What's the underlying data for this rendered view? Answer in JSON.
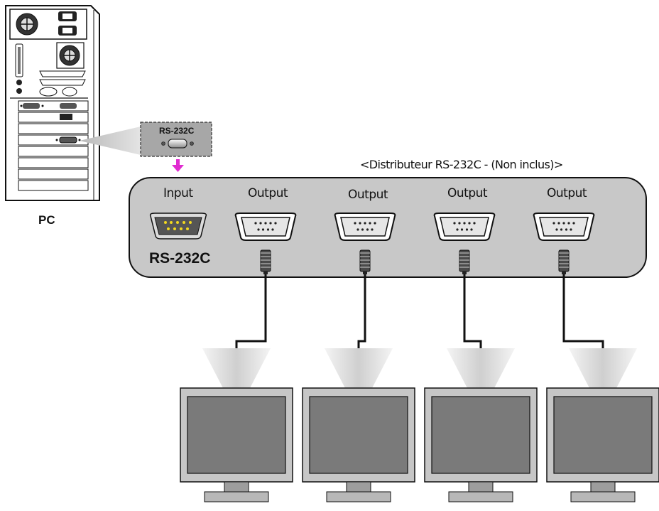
{
  "pc": {
    "label": "PC",
    "callout_label": "RS-232C"
  },
  "distributor": {
    "title": "<Distributeur RS-232C - (Non inclus)>",
    "input_label": "Input",
    "input_caption": "RS-232C",
    "outputs": [
      {
        "label": "Output"
      },
      {
        "label": "Output"
      },
      {
        "label": "Output"
      },
      {
        "label": "Output"
      }
    ]
  },
  "colors": {
    "arrow": "#e02bd0",
    "port_pins_input": "#f2d81e",
    "panel": "#c8c8c8",
    "monitor_screen": "#7a7a7a",
    "monitor_bezel": "#c6c6c6"
  }
}
